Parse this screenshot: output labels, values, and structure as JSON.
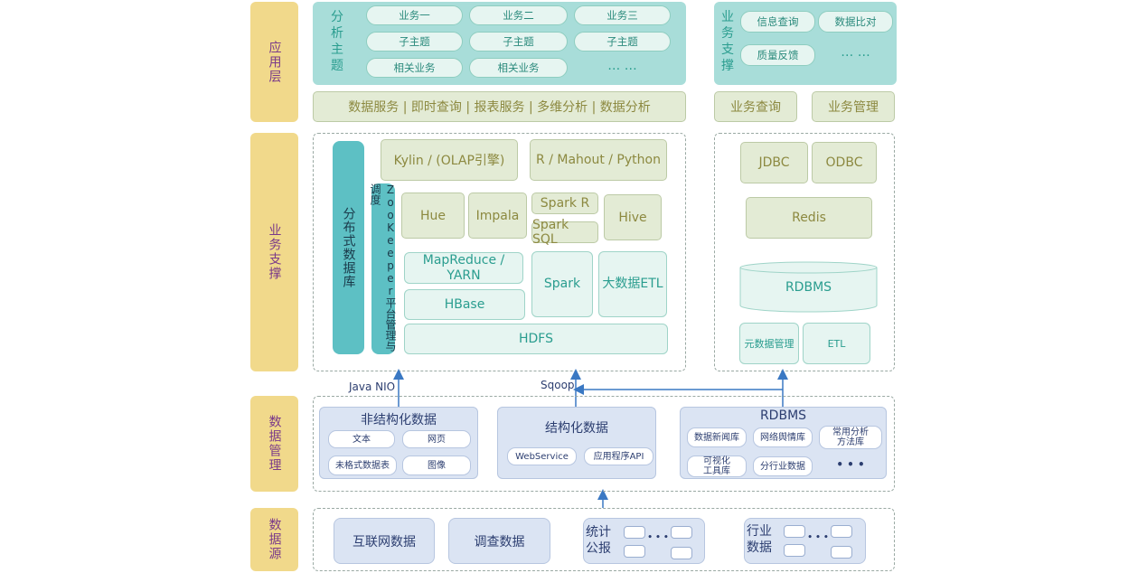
{
  "layers": {
    "app": "应用层",
    "biz": "业务支撑",
    "data_mgmt": "数据管理",
    "data_src": "数据源"
  },
  "analysis": {
    "title": "分析主题",
    "pills": [
      "业务一",
      "业务二",
      "业务三",
      "子主题",
      "子主题",
      "子主题",
      "相关业务",
      "相关业务",
      "… …"
    ]
  },
  "support": {
    "title": "业务支撑",
    "pills": [
      "信息查询",
      "数据比对",
      "质量反馈",
      "… …"
    ]
  },
  "services_bar": "数据服务 | 即时查询 | 报表服务 | 多维分析 | 数据分析",
  "biz_query": "业务查询",
  "biz_manage": "业务管理",
  "hadoop": {
    "kylin": "Kylin  / (OLAP引擎)",
    "rmahout": "R / Mahout / Python",
    "dist_db": "分布式数据库",
    "zookeeper": "ZooKeeper平台管理与调度",
    "hue": "Hue",
    "impala": "Impala",
    "spark_r": "Spark R",
    "spark_sql": "Spark SQL",
    "hive": "Hive",
    "mapreduce": "MapReduce / YARN",
    "spark": "Spark",
    "bigdata_etl": "大数据ETL",
    "hbase": "HBase",
    "hdfs": "HDFS"
  },
  "rdb_side": {
    "jdbc": "JDBC",
    "odbc": "ODBC",
    "redis": "Redis",
    "rdbms": "RDBMS",
    "meta": "元数据管理",
    "etl": "ETL"
  },
  "connectors": {
    "java_nio": "Java NIO",
    "sqoop": "Sqoop"
  },
  "unstructured": {
    "title": "非结构化数据",
    "items": [
      "文本",
      "网页",
      "未格式数据表",
      "图像"
    ]
  },
  "structured": {
    "title": "结构化数据",
    "items": [
      "WebService",
      "应用程序API"
    ]
  },
  "rdbms_mgmt": {
    "title": "RDBMS",
    "items": [
      "数据新闻库",
      "网络舆情库",
      "常用分析方法库",
      "可视化工具库",
      "分行业数据",
      "• • •"
    ]
  },
  "sources": {
    "internet": "互联网数据",
    "survey": "调查数据",
    "stats": "统计公报",
    "industry": "行业数据",
    "dots": "• • •"
  },
  "colors": {
    "layer_bg": "#f1d98b",
    "layer_text": "#7a3a8a",
    "teal_panel": "#a8ddd9",
    "olive_box": "#e3ebd5",
    "mint_box": "#e6f5f1",
    "teal_column": "#5dc0c4",
    "blue_panel": "#dbe4f3",
    "arrow": "#3a78c3"
  }
}
